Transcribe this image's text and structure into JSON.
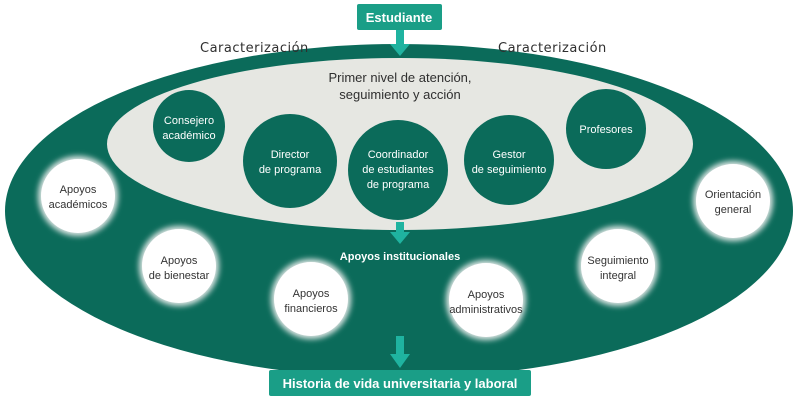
{
  "top_box": {
    "label": "Estudiante"
  },
  "bottom_box": {
    "label": "Historia de vida universitaria y laboral"
  },
  "arc_labels": {
    "left": "Caracterización",
    "right": "Caracterización"
  },
  "first_level": {
    "title_line1": "Primer nivel de atención,",
    "title_line2": "seguimiento y acción"
  },
  "first_level_nodes": [
    {
      "lines": [
        "Consejero",
        "académico"
      ]
    },
    {
      "lines": [
        "Director",
        "de programa"
      ]
    },
    {
      "lines": [
        "Coordinador",
        "de estudiantes",
        "de programa"
      ]
    },
    {
      "lines": [
        "Gestor",
        "de seguimiento"
      ]
    },
    {
      "lines": [
        "Profesores"
      ]
    }
  ],
  "institutional_label": "Apoyos institucionales",
  "supports": [
    {
      "lines": [
        "Apoyos",
        "académicos"
      ]
    },
    {
      "lines": [
        "Apoyos",
        "de bienestar"
      ]
    },
    {
      "lines": [
        "Apoyos",
        "financieros"
      ]
    },
    {
      "lines": [
        "Apoyos",
        "administrativos"
      ]
    },
    {
      "lines": [
        "Seguimiento",
        "integral"
      ]
    },
    {
      "lines": [
        "Orientación",
        "general"
      ]
    }
  ],
  "colors": {
    "teal_dark": "#0b6b5a",
    "teal_box": "#1a9e87",
    "inner_fill": "#e6e7e2",
    "arrow": "#1fb3a0",
    "support_fill": "#ffffff"
  }
}
